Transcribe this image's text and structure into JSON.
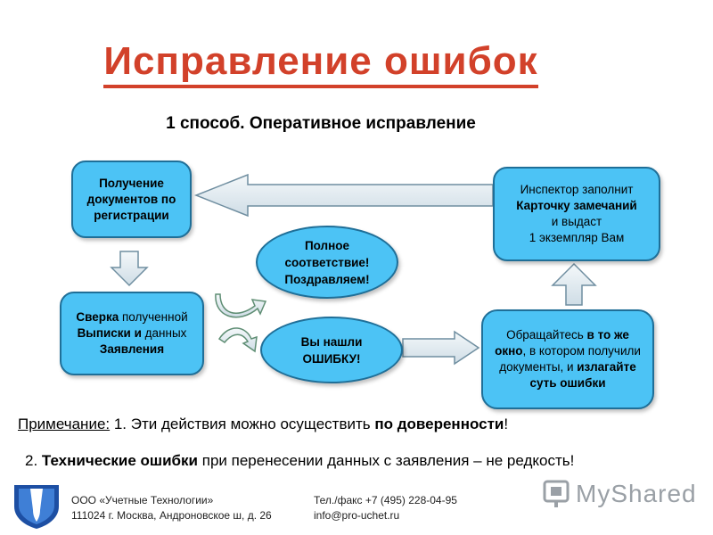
{
  "title": "Исправление ошибок",
  "subtitle": "1 способ. Оперативное исправление",
  "nodes": {
    "receive_docs": "Получение документов по регистрации",
    "check": {
      "p1": "Сверка",
      "p2": " полученной",
      "p3": "Выписки и",
      "p4": " данных",
      "p5": "Заявления"
    },
    "full_match": "Полное соответствие! Поздравляем!",
    "found_error": "Вы нашли ОШИБКУ!",
    "contact_window": {
      "p1": "Обращайтесь ",
      "p2": "в то же окно",
      "p3": ", в котором получили документы, и ",
      "p4": "излагайте суть ошибки"
    },
    "inspector": {
      "l1": "Инспектор заполнит",
      "l2": "Карточку замечаний",
      "l3": "и выдаст",
      "l4": "1 экземпляр Вам"
    }
  },
  "notes": {
    "label": "Примечание:",
    "n1_text": " 1. Эти действия можно осуществить ",
    "n1_bold": "по доверенности",
    "n1_end": "!",
    "n2_start": "2. ",
    "n2_bold": "Технические ошибки",
    "n2_text": " при перенесении данных с заявления – не редкость!"
  },
  "footer": {
    "company": "ООО «Учетные Технологии»",
    "address": "111024 г. Москва, Андроновское ш, д. 26",
    "phone": "Тел./факс +7 (495) 228-04-95",
    "email": "info@pro-uchet.ru"
  },
  "watermark": "MyShared",
  "colors": {
    "title": "#d2412a",
    "box_fill": "#4cc3f5",
    "box_border": "#1f6f98",
    "arrow_fill": "#dfe9ef",
    "arrow_stroke": "#6f8ea0"
  }
}
